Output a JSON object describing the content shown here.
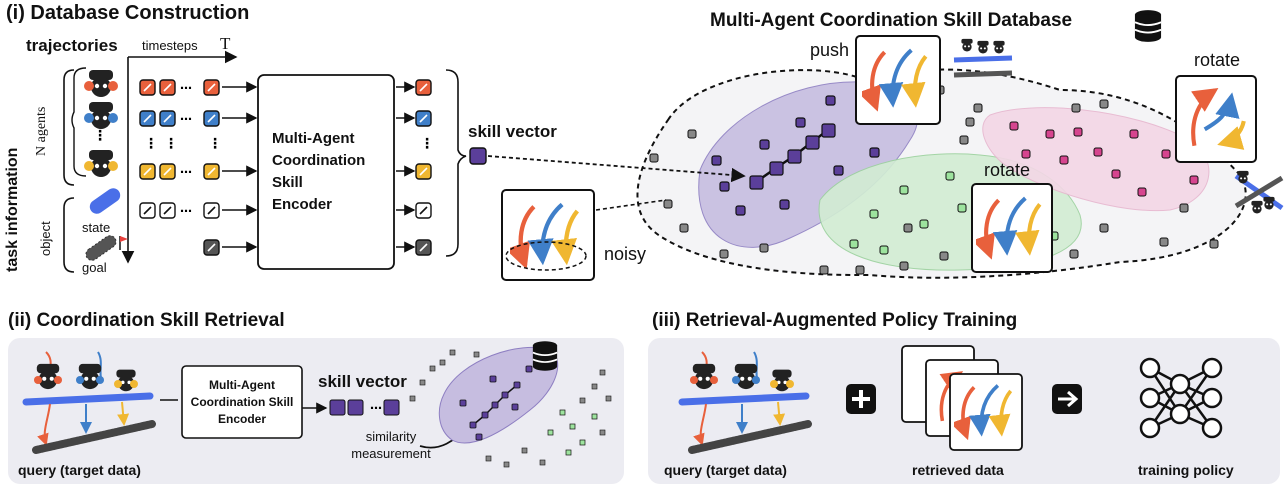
{
  "section1": {
    "title": "(i) Database Construction",
    "trajectories": "trajectories",
    "timesteps": "timesteps",
    "t_symbol": "T",
    "n_agents": "N agents",
    "task_information": "task information",
    "object": "object",
    "state": "state",
    "goal": "goal",
    "encoder_lines": [
      "Multi-Agent",
      "Coordination",
      "Skill",
      "Encoder"
    ],
    "skill_vector": "skill vector"
  },
  "database": {
    "title": "Multi-Agent Coordination Skill Database",
    "push": "push",
    "rotate_top": "rotate",
    "rotate_mid": "rotate",
    "noisy": "noisy"
  },
  "section2": {
    "title": "(ii) Coordination Skill Retrieval",
    "encoder_lines": [
      "Multi-Agent",
      "Coordination Skill",
      "Encoder"
    ],
    "skill_vector": "skill vector",
    "similarity": [
      "similarity",
      "measurement"
    ],
    "query": "query (target data)"
  },
  "section3": {
    "title": "(iii) Retrieval-Augmented Policy Training",
    "query": "query (target data)",
    "retrieved": "retrieved data",
    "training": "training policy"
  },
  "colors": {
    "red": "#e8603c",
    "blue": "#3f7fc9",
    "yellow": "#f0b731",
    "purple": "#5b3f9a",
    "purple_region": "#c6bde0",
    "green_region": "#d2edd3",
    "pink_region": "#f3d7e6",
    "panel_bg": "#ececf2"
  },
  "icons": [
    "database-icon",
    "robot-icon",
    "plus-icon",
    "arrow-right-icon",
    "neural-network-icon",
    "flag-icon"
  ]
}
